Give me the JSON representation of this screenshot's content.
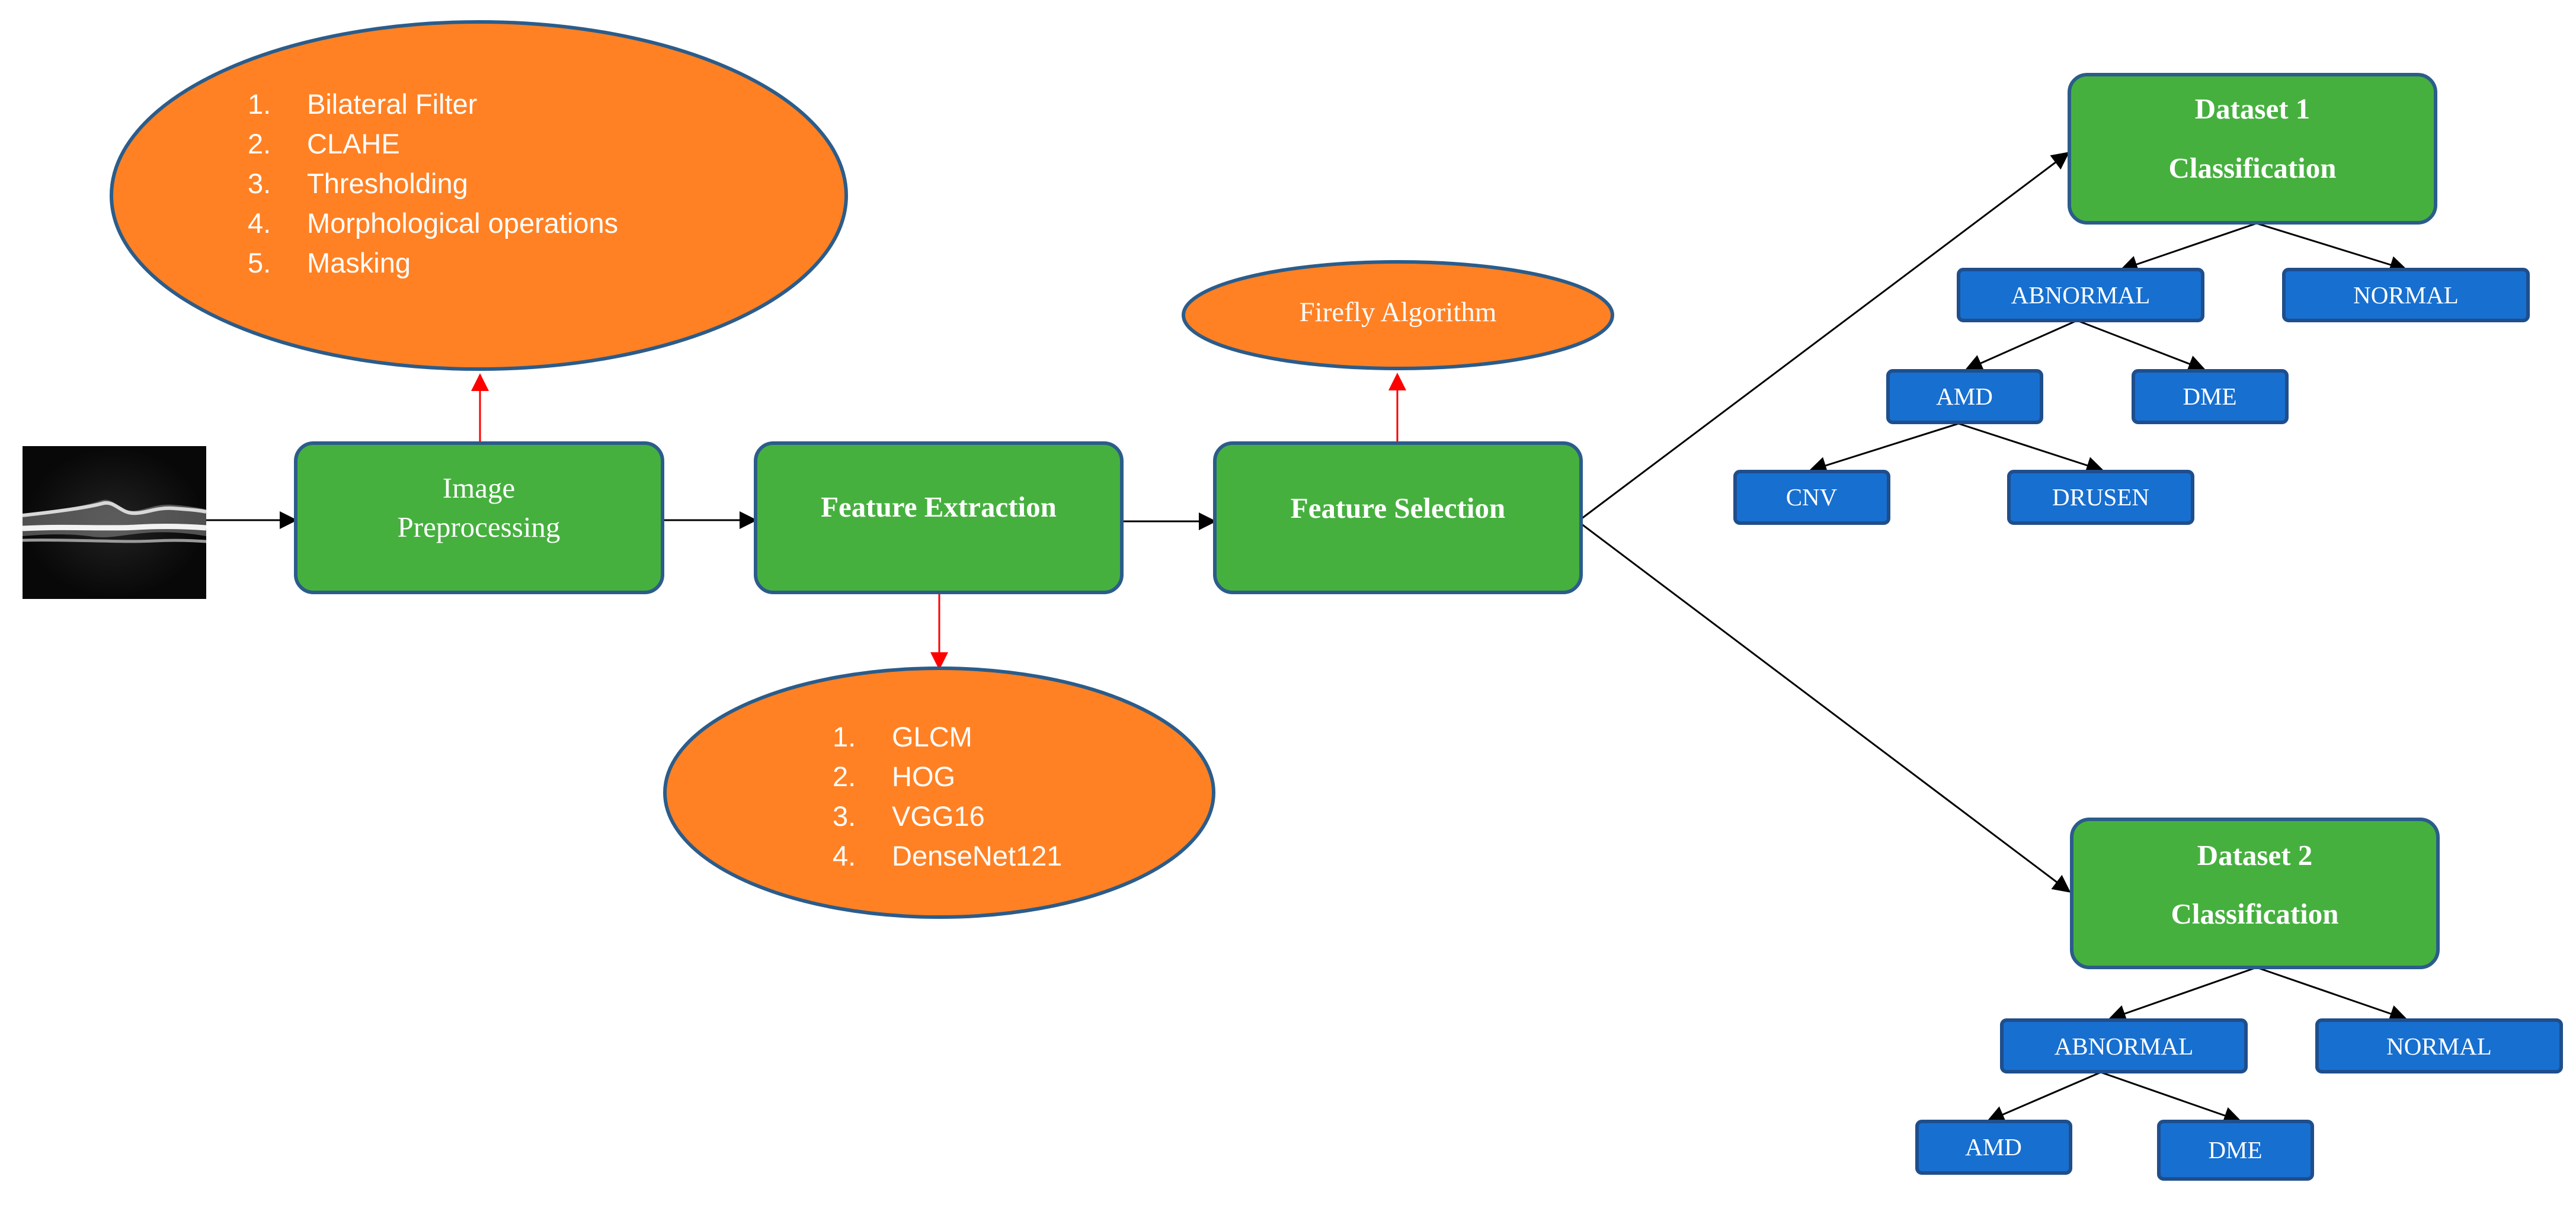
{
  "colors": {
    "green_fill": "#46B03F",
    "green_stroke": "#2B5C8A",
    "orange_fill": "#FF8124",
    "orange_stroke": "#2B5C8A",
    "blue_fill": "#176FD0",
    "blue_stroke": "#1F4E8C",
    "black_arrow": "#000000",
    "red_arrow": "#FF0000",
    "text": "#FFFFFF"
  },
  "preprocessing": {
    "title_line1": "Image",
    "title_line2": "Preprocessing",
    "methods": [
      {
        "num": "1.",
        "text": "Bilateral Filter"
      },
      {
        "num": "2.",
        "text": "CLAHE"
      },
      {
        "num": "3.",
        "text": "Thresholding"
      },
      {
        "num": "4.",
        "text": "Morphological operations"
      },
      {
        "num": "5.",
        "text": "Masking"
      }
    ]
  },
  "extraction": {
    "title": "Feature Extraction",
    "methods": [
      {
        "num": "1.",
        "text": "GLCM"
      },
      {
        "num": "2.",
        "text": "HOG"
      },
      {
        "num": "3.",
        "text": "VGG16"
      },
      {
        "num": "4.",
        "text": "DenseNet121"
      }
    ]
  },
  "selection": {
    "title": "Feature Selection",
    "algorithm": "Firefly Algorithm"
  },
  "dataset1": {
    "title_line1": "Dataset 1",
    "title_line2": "Classification",
    "abnormal": "ABNORMAL",
    "normal": "NORMAL",
    "amd": "AMD",
    "dme": "DME",
    "cnv": "CNV",
    "drusen": "DRUSEN"
  },
  "dataset2": {
    "title_line1": "Dataset 2",
    "title_line2": "Classification",
    "abnormal": "ABNORMAL",
    "normal": "NORMAL",
    "amd": "AMD",
    "dme": "DME"
  }
}
